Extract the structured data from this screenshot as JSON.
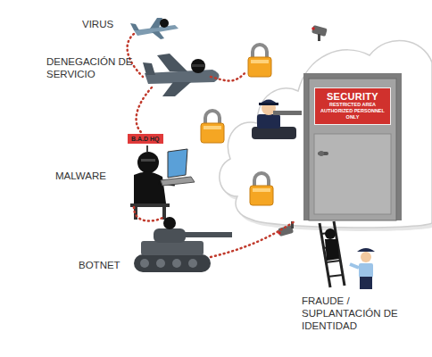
{
  "diagram": {
    "nodes": [
      {
        "text": [
          "SECURITY",
          "RESTRICTED AREA AUTHORIZED PERSONNEL ONLY"
        ]
      },
      {
        "text": [
          "B.A.D HQ"
        ]
      }
    ],
    "labels": [
      "VIRUS",
      "DENEGACIÓN DE SERVICIO",
      "MALWARE",
      "BOTNET",
      "FRAUDE / SUPLANTACIÓN DE IDENTIDAD"
    ]
  }
}
